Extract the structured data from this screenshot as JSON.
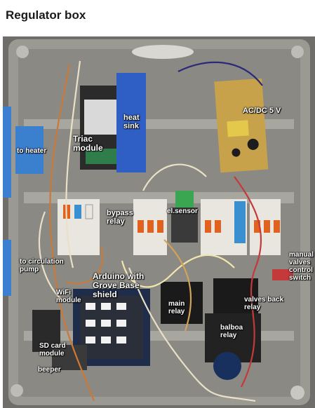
{
  "page": {
    "heading": "Regulator box"
  },
  "labels": {
    "heat_sink": "heat\nsink",
    "ac_dc": "AC/DC 5 V",
    "triac_module": "Triac\nmodule",
    "to_heater": "to heater",
    "bypass_relay": "bypass\nrelay",
    "el_sensor": "el.sensor",
    "to_circulation_pump": "to circulation\npump",
    "arduino": "Arduino with\nGrove Base\nshield",
    "manual_valves": "manual\nvalves\ncontrol\nswitch",
    "wifi_module": "WiFi\nmodule",
    "main_relay": "main\nrelay",
    "valves_back_relay": "valves back\nrelay",
    "balboa_relay": "balboa\nrelay",
    "sd_card_module": "SD card\nmodule",
    "beeper": "beeper"
  },
  "colors": {
    "enclosure": "#8e8d86",
    "heat_sink": "#2f5fc4",
    "psu_board": "#c8a24a",
    "terminal_white": "#e9e6df",
    "terminal_orange": "#e0621e",
    "terminal_blue": "#3a8fd0"
  }
}
